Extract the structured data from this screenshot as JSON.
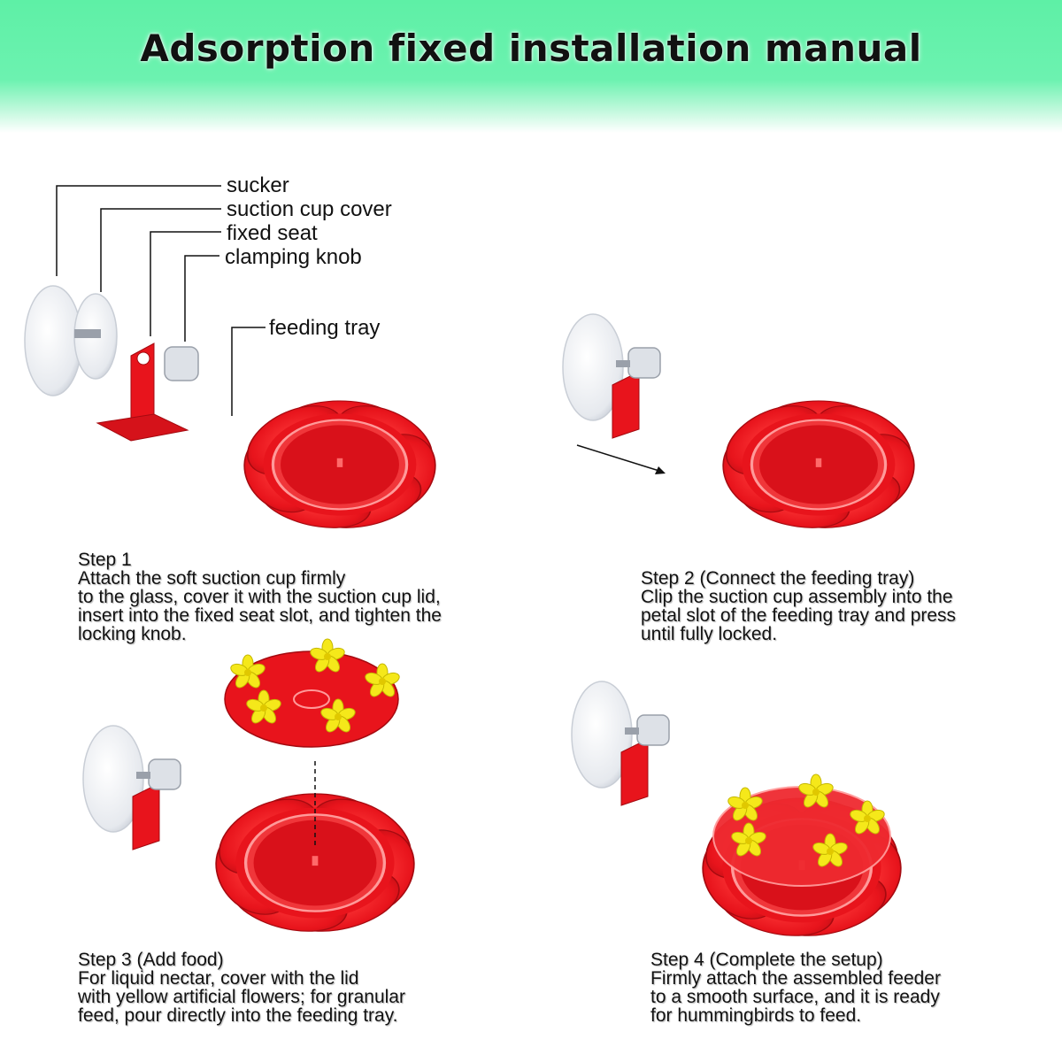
{
  "header": {
    "title": "Adsorption fixed installation manual"
  },
  "parts": {
    "sucker": "sucker",
    "suction_cup_cover": "suction cup cover",
    "fixed_seat": "fixed seat",
    "clamping_knob": "clamping knob",
    "feeding_tray": "feeding tray"
  },
  "steps": [
    {
      "title": "Step 1",
      "body": "Attach the soft suction cup firmly\nto the glass, cover it with the suction cup lid,\ninsert into the fixed seat slot, and tighten the\nlocking knob."
    },
    {
      "title": "Step 2 (Connect the feeding tray)",
      "body": "Clip the suction cup assembly into the\npetal slot of the feeding tray and press\nuntil fully locked."
    },
    {
      "title": "Step 3 (Add food)",
      "body": "For liquid nectar, cover with the lid\nwith yellow artificial flowers; for granular\nfeed, pour directly into the feeding tray."
    },
    {
      "title": "Step 4 (Complete the setup)",
      "body": "Firmly attach the assembled feeder\nto a smooth surface, and it is ready\nfor hummingbirds to feed."
    }
  ],
  "colors": {
    "banner": "#5ef0a6",
    "tray_red": "#e8141c",
    "tray_dark": "#b80c12",
    "flower_yellow": "#f5e81a"
  }
}
